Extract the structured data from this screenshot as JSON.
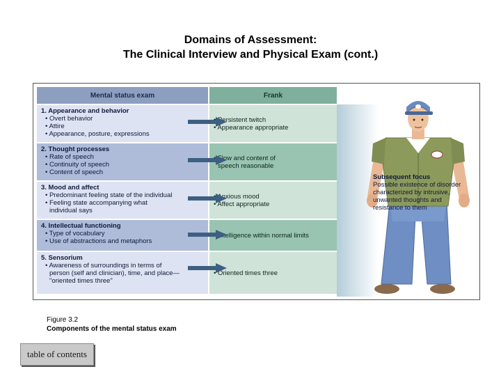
{
  "slide": {
    "title_line1": "Domains of Assessment:",
    "title_line2": "The Clinical Interview and Physical Exam (cont.)"
  },
  "table": {
    "left_header": "Mental status exam",
    "right_header": "Frank",
    "rows": [
      {
        "title": "1. Appearance and behavior",
        "bullets": [
          "• Overt behavior",
          "• Attire",
          "• Appearance, posture, expressions"
        ],
        "findings": [
          "• Persistent twitch",
          "• Appearance appropriate"
        ]
      },
      {
        "title": "2. Thought processes",
        "bullets": [
          "• Rate of speech",
          "• Continuity of speech",
          "• Content of speech"
        ],
        "findings": [
          "• Flow and content of",
          "speech reasonable"
        ]
      },
      {
        "title": "3. Mood and affect",
        "bullets": [
          "• Predominant feeling state of the individual",
          "• Feeling state accompanying what",
          "individual says"
        ],
        "findings": [
          "• Anxious mood",
          "• Affect appropriate"
        ]
      },
      {
        "title": "4. Intellectual functioning",
        "bullets": [
          "• Type of vocabulary",
          "• Use of abstractions and metaphors"
        ],
        "findings": [
          "• Intelligence within normal limits"
        ]
      },
      {
        "title": "5. Sensorium",
        "bullets": [
          "• Awareness of surroundings in terms of",
          "person (self and clinician), time, and place—",
          "\"oriented times three\""
        ],
        "findings": [
          "• Oriented times three"
        ]
      }
    ]
  },
  "focus": {
    "title": "Subsequent focus",
    "lines": [
      "Possible existence of disorder",
      "characterized by intrusive,",
      "unwanted thoughts and",
      "resistance to them"
    ]
  },
  "caption": {
    "figure_number": "Figure 3.2",
    "text": "Components of the mental status exam"
  },
  "nav": {
    "toc_label": "table of contents"
  },
  "colors": {
    "left_header": "#8d9fc0",
    "right_header": "#7fb09d",
    "arrow": "#3d5f82"
  }
}
